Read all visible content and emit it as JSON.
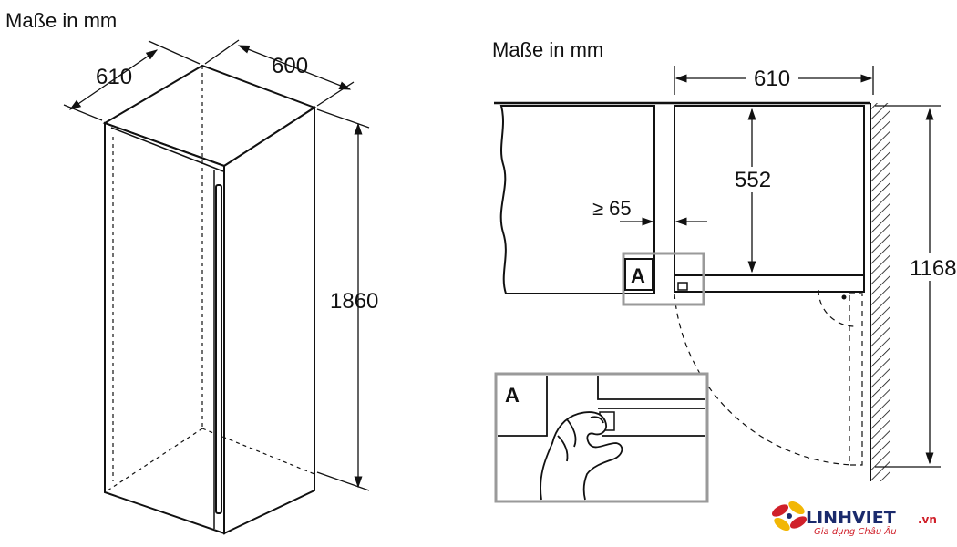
{
  "left_drawing": {
    "unit_label": "Maße in mm",
    "dim_depth": "610",
    "dim_width": "600",
    "dim_height": "1860"
  },
  "right_drawing": {
    "unit_label": "Maße in mm",
    "dim_depth": "610",
    "dim_inner": "552",
    "dim_clearance": "≥ 65",
    "dim_height": "1168",
    "callout_marker": "A"
  },
  "detail": {
    "callout_marker": "A"
  },
  "logo": {
    "text": "LINHVIET",
    "suffix": ".vn",
    "tagline": "Gia dụng Châu Âu",
    "colors": {
      "main": "#1a2a6c",
      "accent": "#d0202a",
      "petal_yellow": "#f2b705"
    }
  }
}
